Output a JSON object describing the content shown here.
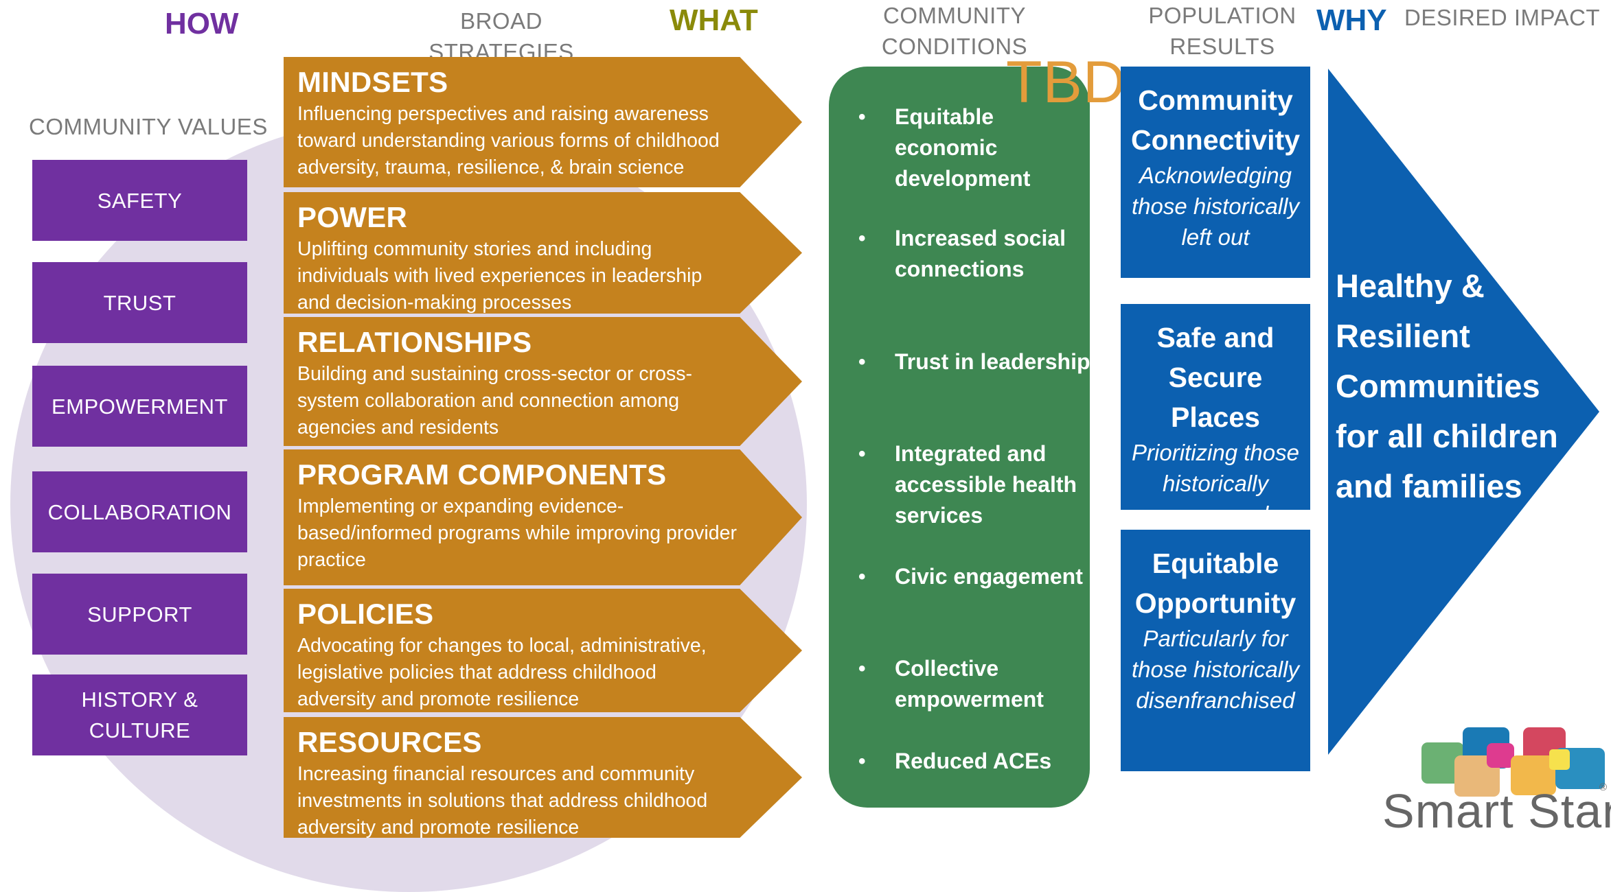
{
  "headers": {
    "how": "HOW",
    "broad_strategies": "BROAD STRATEGIES",
    "what": "WHAT",
    "community_conditions_line1": "COMMUNITY",
    "community_conditions_line2": "CONDITIONS",
    "population_results_line1": "POPULATION",
    "population_results_line2": "RESULTS",
    "why": "WHY",
    "desired_impact": "DESIRED IMPACT",
    "community_values": "COMMUNITY VALUES"
  },
  "values": [
    {
      "line1": "SAFETY",
      "line2": ""
    },
    {
      "line1": "TRUST",
      "line2": ""
    },
    {
      "line1": "EMPOWERMENT",
      "line2": ""
    },
    {
      "line1": "COLLABORATION",
      "line2": ""
    },
    {
      "line1": "SUPPORT",
      "line2": ""
    },
    {
      "line1": "HISTORY &",
      "line2": "CULTURE"
    }
  ],
  "strategies": [
    {
      "title": "MINDSETS",
      "desc": "Influencing perspectives and raising awareness toward understanding various forms of childhood adversity, trauma, resilience, & brain science"
    },
    {
      "title": "POWER",
      "desc": "Uplifting community stories and including individuals with lived experiences in leadership and decision-making processes"
    },
    {
      "title": "RELATIONSHIPS",
      "desc": "Building and sustaining cross-sector or cross-system collaboration and connection among agencies and residents"
    },
    {
      "title": "PROGRAM COMPONENTS",
      "desc": "Implementing or expanding evidence-based/informed programs while improving provider practice"
    },
    {
      "title": "POLICIES",
      "desc": "Advocating for changes to local, administrative, legislative policies that address childhood adversity and promote resilience"
    },
    {
      "title": "RESOURCES",
      "desc": "Increasing financial resources and community investments in solutions that address childhood adversity and promote resilience"
    }
  ],
  "conditions": {
    "tbd": "TBD",
    "bullet": "•",
    "items": [
      "Equitable economic development",
      "Increased social connections",
      "Trust in leadership",
      "Integrated and accessible health services",
      "Civic engagement",
      "Collective empowerment",
      "Reduced ACEs"
    ]
  },
  "results": [
    {
      "title": "Community Connectivity",
      "desc": "Acknowledging those historically left out"
    },
    {
      "title": "Safe and Secure Places",
      "desc": "Prioritizing those historically oppressed"
    },
    {
      "title": "Equitable Opportunity",
      "desc": "Particularly for those historically disenfranchised"
    }
  ],
  "impact": {
    "lines": [
      "Healthy &",
      "Resilient",
      "Communities",
      "for all children",
      "and families"
    ]
  },
  "logo": {
    "text": "Smart Start",
    "registered": "®"
  },
  "colors": {
    "purple": "#7030a0",
    "olive": "#8a8a0a",
    "blue": "#0c60b0",
    "orange": "#c5821e",
    "green": "#3e8752",
    "oval": "#e1daea",
    "tbd": "#e39c3b"
  }
}
